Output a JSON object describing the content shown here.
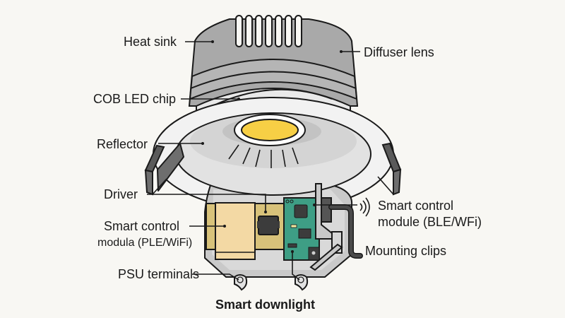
{
  "diagram": {
    "title": "Smart downlight",
    "labels": {
      "heat_sink": "Heat sink",
      "diffuser_lens": "Diffuser lens",
      "cob_led_chip": "COB LED chip",
      "reflector": "Reflector",
      "driver": "Driver",
      "smart_control_left_line1": "Smart control",
      "smart_control_left_line2": "modula (PLE/WiFi)",
      "smart_control_right_line1": "Smart control",
      "smart_control_right_line2": "module (BLE/WFi)",
      "mounting_clips": "Mounting clips",
      "psu_terminals": "PSU terminals"
    },
    "colors": {
      "background": "#f8f7f3",
      "heat_sink": "#a9a9a9",
      "trim": "#f2f2f2",
      "reflector": "#d4d4d4",
      "led": "#f7cf45",
      "driver_board": "#d8c27a",
      "module_box": "#f3d9a4",
      "pcb": "#3e9e85",
      "chip": "#3c3c3c",
      "clip": "#6e6e6e"
    }
  }
}
